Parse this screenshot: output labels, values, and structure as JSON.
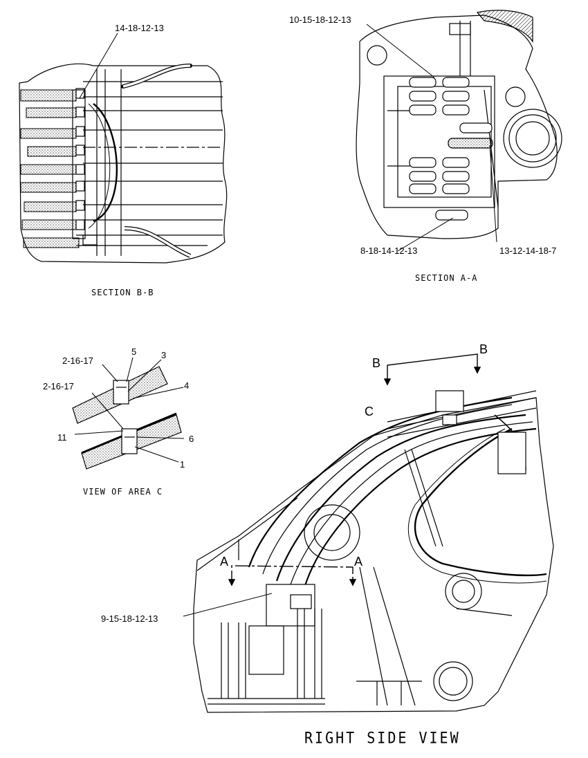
{
  "callouts": {
    "sec_bb_top": "14-18-12-13",
    "sec_aa_top": "10-15-18-12-13",
    "sec_aa_bottom_left": "8-18-14-12-13",
    "sec_aa_bottom_right": "13-12-14-18-7",
    "area_c_2_16_17_a": "2-16-17",
    "area_c_5": "5",
    "area_c_3": "3",
    "area_c_2_16_17_b": "2-16-17",
    "area_c_4": "4",
    "area_c_11": "11",
    "area_c_6": "6",
    "area_c_1": "1",
    "side_view": "9-15-18-12-13"
  },
  "section_markers": {
    "b_left": "B",
    "b_right": "B",
    "c": "C",
    "a_left": "A",
    "a_right": "A"
  },
  "captions": {
    "section_bb": "SECTION B-B",
    "section_aa": "SECTION A-A",
    "view_area_c": "VIEW OF AREA C",
    "right_side_view": "RIGHT SIDE VIEW"
  }
}
